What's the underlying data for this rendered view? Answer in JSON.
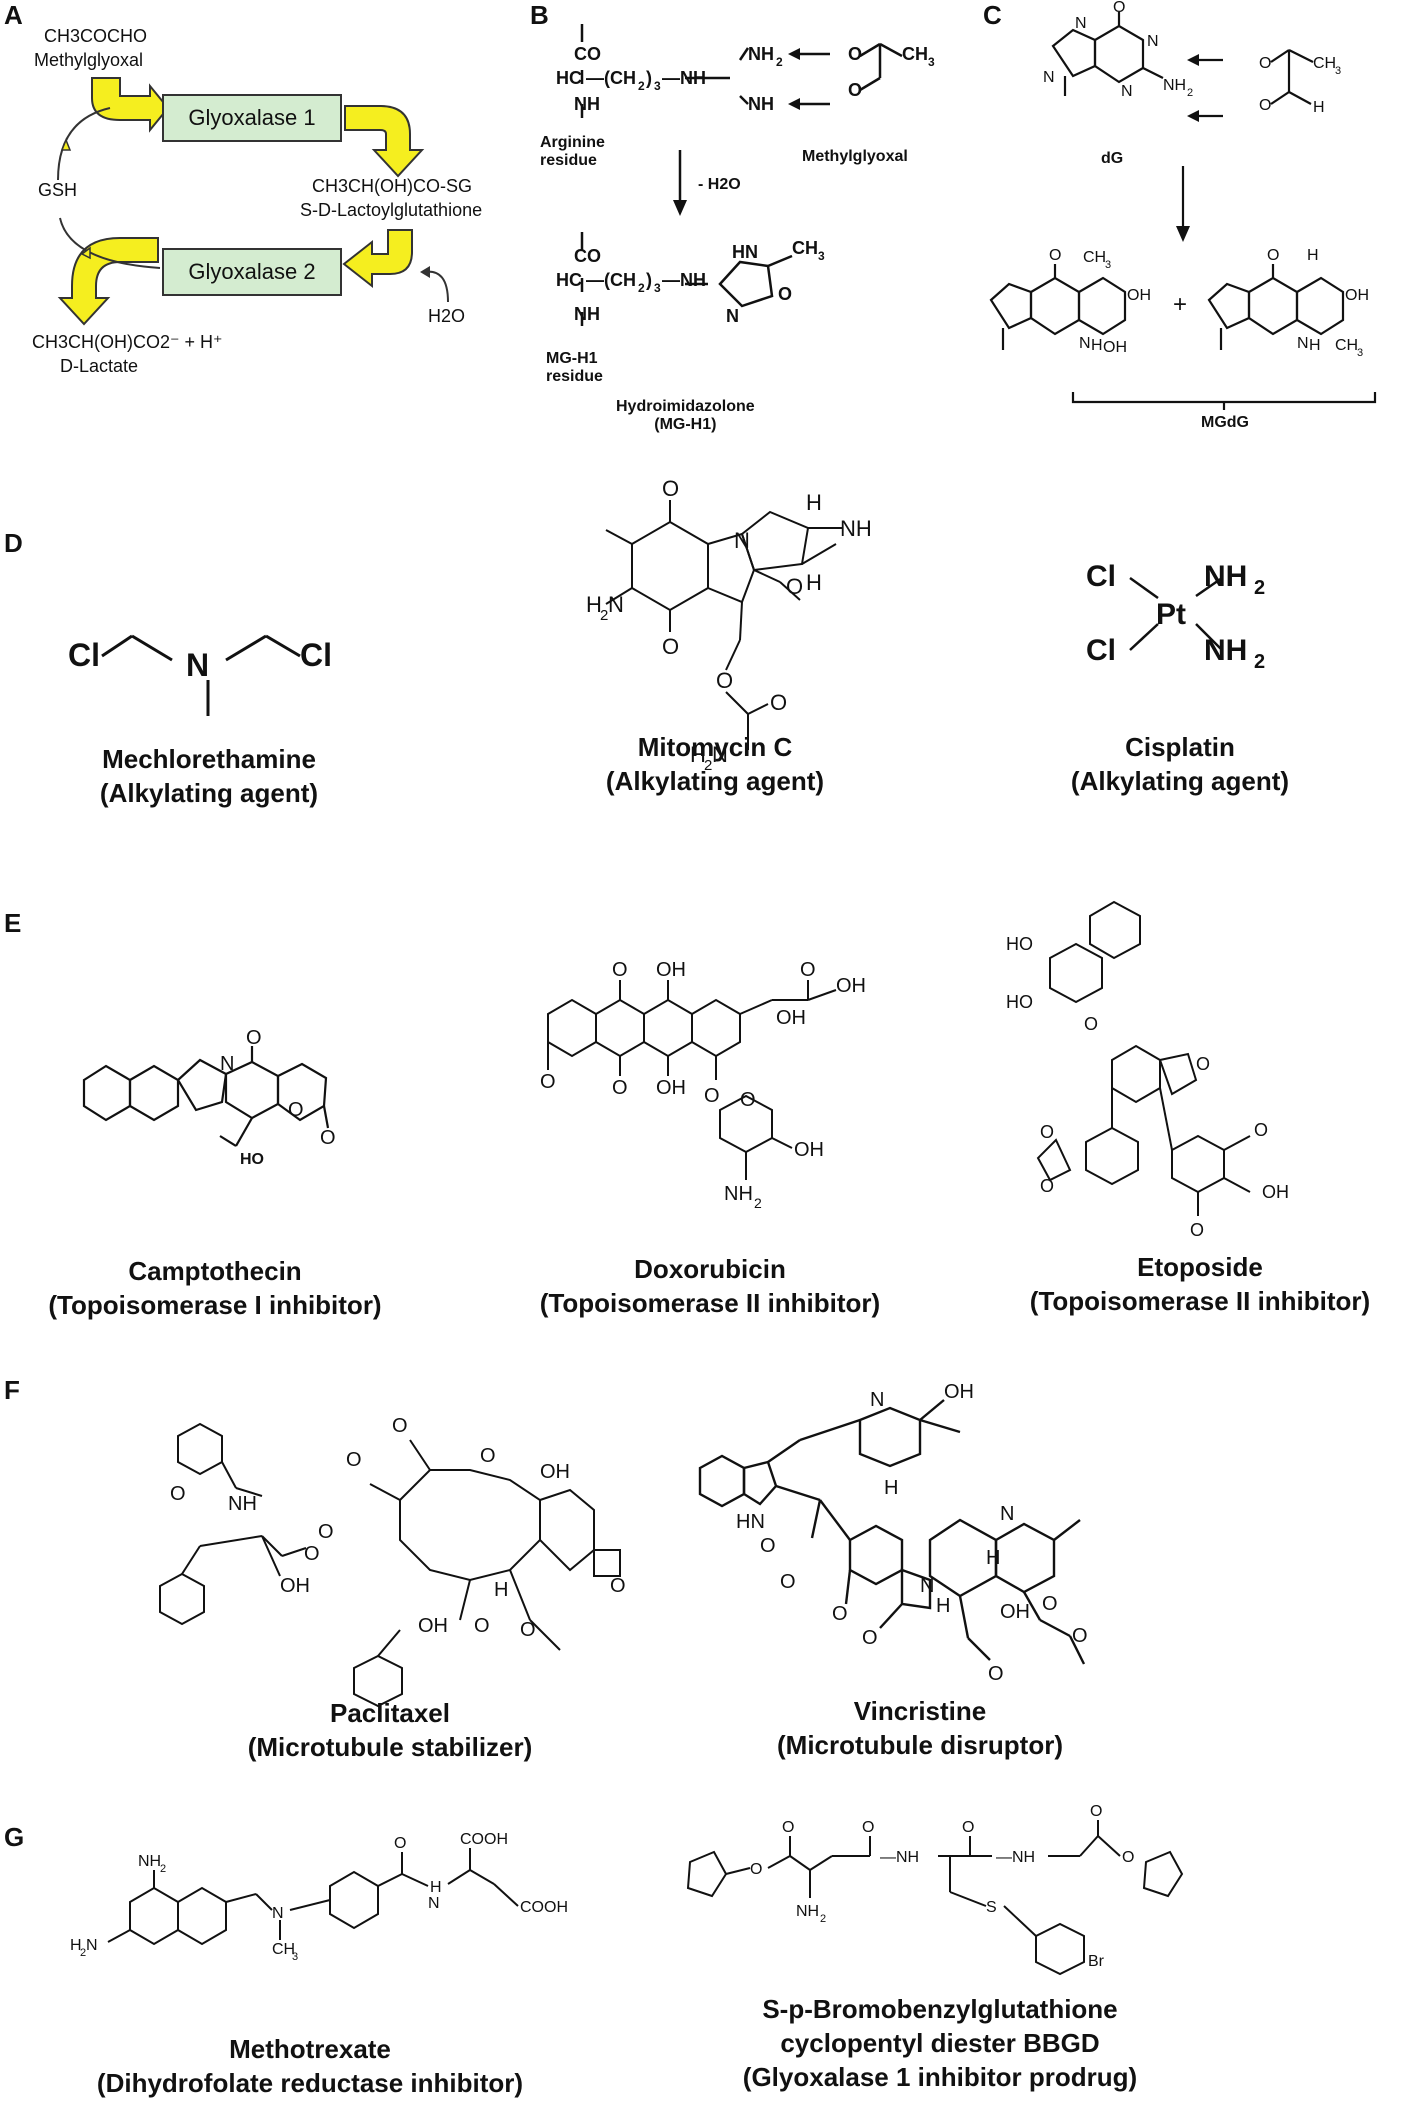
{
  "panels": {
    "A": {
      "letter": "A",
      "methylglyoxal_formula": "CH3COCHO",
      "methylglyoxal": "Methylglyoxal",
      "glyoxalase1": "Glyoxalase 1",
      "glyoxalase2": "Glyoxalase 2",
      "lactoylglutathione_formula": "CH3CH(OH)CO-SG",
      "lactoylglutathione": "S-D-Lactoylglutathione",
      "gsh": "GSH",
      "water": "H2O",
      "lactate_formula": "CH3CH(OH)CO2⁻  +  H⁺",
      "lactate": "D-Lactate"
    },
    "B": {
      "letter": "B",
      "arginine_residue": "Arginine\nresidue",
      "methylglyoxal": "Methylglyoxal",
      "minus_water": "- H2O",
      "mgh1_residue": "MG-H1\nresidue",
      "hydroimidazolone": "Hydroimidazolone\n(MG-H1)"
    },
    "C": {
      "letter": "C",
      "dg": "dG",
      "mgdg": "MGdG"
    },
    "D": {
      "letter": "D",
      "items": [
        {
          "name": "Mechlorethamine",
          "class": "(Alkylating agent)"
        },
        {
          "name": "Mitomycin C",
          "class": "(Alkylating agent)"
        },
        {
          "name": "Cisplatin",
          "class": "(Alkylating agent)"
        }
      ]
    },
    "E": {
      "letter": "E",
      "items": [
        {
          "name": "Camptothecin",
          "class": "(Topoisomerase I inhibitor)"
        },
        {
          "name": "Doxorubicin",
          "class": "(Topoisomerase II inhibitor)"
        },
        {
          "name": "Etoposide",
          "class": "(Topoisomerase II inhibitor)"
        }
      ]
    },
    "F": {
      "letter": "F",
      "items": [
        {
          "name": "Paclitaxel",
          "class": "(Microtubule stabilizer)"
        },
        {
          "name": "Vincristine",
          "class": "(Microtubule disruptor)"
        }
      ]
    },
    "G": {
      "letter": "G",
      "items": [
        {
          "name": "Methotrexate",
          "class": "(Dihydrofolate reductase inhibitor)"
        },
        {
          "name": "S-p-Bromobenzylglutathione",
          "name2": "cyclopentyl diester BBGD",
          "class": "(Glyoxalase 1 inhibitor prodrug)"
        }
      ]
    }
  },
  "colors": {
    "arrow_yellow": "#f5ee1f",
    "box_green": "#d4ecd0"
  }
}
